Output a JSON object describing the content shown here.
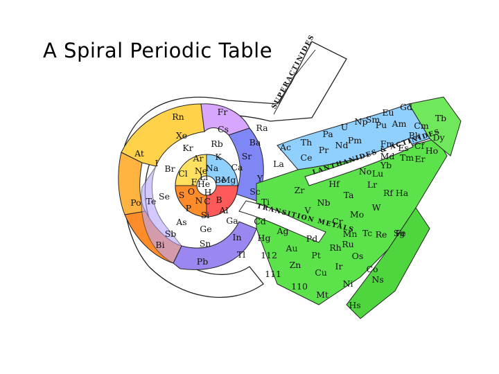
{
  "title": "A Spiral Periodic Table",
  "band_labels": {
    "superactinides": "SUPERACTINIDES",
    "lanthanides": "LANTHANIDES & ACTINIDES",
    "transition": "TRANSITION METALS"
  },
  "palette": {
    "alkali": "#d7a6ff",
    "halogen": "#ffe060",
    "chalcogen": "#ffb340",
    "pnictogen": "#ff8c2a",
    "noble": "#ffd24a",
    "metalloid": "#b9a6ff",
    "poor_metal": "#9c86f0",
    "alkaline_earth": "#7f86f5",
    "transition": "#5ce24a",
    "f_block": "#8fd0ff",
    "outline": "#222222",
    "band": "#ffffff"
  },
  "elements": [
    {
      "sym": "Rn"
    },
    {
      "sym": "Fr"
    },
    {
      "sym": "Xe"
    },
    {
      "sym": "Cs"
    },
    {
      "sym": "Kr"
    },
    {
      "sym": "Rb"
    },
    {
      "sym": "At"
    },
    {
      "sym": "I"
    },
    {
      "sym": "Ar"
    },
    {
      "sym": "K"
    },
    {
      "sym": "Br"
    },
    {
      "sym": "Cl"
    },
    {
      "sym": "Ne"
    },
    {
      "sym": "Na"
    },
    {
      "sym": "F"
    },
    {
      "sym": "Li"
    },
    {
      "sym": "He"
    },
    {
      "sym": "Be"
    },
    {
      "sym": "Mg"
    },
    {
      "sym": "H"
    },
    {
      "sym": "O"
    },
    {
      "sym": "N"
    },
    {
      "sym": "C"
    },
    {
      "sym": "B"
    },
    {
      "sym": "Po"
    },
    {
      "sym": "Te"
    },
    {
      "sym": "Se"
    },
    {
      "sym": "S"
    },
    {
      "sym": "P"
    },
    {
      "sym": "Si"
    },
    {
      "sym": "Al"
    },
    {
      "sym": "As"
    },
    {
      "sym": "Ge"
    },
    {
      "sym": "Ga"
    },
    {
      "sym": "Sb"
    },
    {
      "sym": "Sn"
    },
    {
      "sym": "In"
    },
    {
      "sym": "Bi"
    },
    {
      "sym": "Pb"
    },
    {
      "sym": "Tl"
    },
    {
      "sym": "Ra"
    },
    {
      "sym": "Ba"
    },
    {
      "sym": "Sr"
    },
    {
      "sym": "Ca"
    },
    {
      "sym": "Ac"
    },
    {
      "sym": "La"
    },
    {
      "sym": "Y"
    },
    {
      "sym": "Sc"
    },
    {
      "sym": "Ti"
    },
    {
      "sym": "Zr"
    },
    {
      "sym": "Hf"
    },
    {
      "sym": "Nb"
    },
    {
      "sym": "Ta"
    },
    {
      "sym": "V"
    },
    {
      "sym": "Cr"
    },
    {
      "sym": "Mo"
    },
    {
      "sym": "W"
    },
    {
      "sym": "Mn"
    },
    {
      "sym": "Tc"
    },
    {
      "sym": "Re"
    },
    {
      "sym": "Fe"
    },
    {
      "sym": "Ru"
    },
    {
      "sym": "Os"
    },
    {
      "sym": "Co"
    },
    {
      "sym": "Rh"
    },
    {
      "sym": "Ir"
    },
    {
      "sym": "Ni"
    },
    {
      "sym": "Pd"
    },
    {
      "sym": "Pt"
    },
    {
      "sym": "Cu"
    },
    {
      "sym": "Ag"
    },
    {
      "sym": "Au"
    },
    {
      "sym": "Zn"
    },
    {
      "sym": "Cd"
    },
    {
      "sym": "Hg"
    },
    {
      "sym": "112"
    },
    {
      "sym": "111"
    },
    {
      "sym": "110"
    },
    {
      "sym": "Mt"
    },
    {
      "sym": "Hs"
    },
    {
      "sym": "Ns"
    },
    {
      "sym": "Sg"
    },
    {
      "sym": "Ha"
    },
    {
      "sym": "Rf"
    },
    {
      "sym": "Lr"
    },
    {
      "sym": "Lu"
    },
    {
      "sym": "No"
    },
    {
      "sym": "Yb"
    },
    {
      "sym": "Md"
    },
    {
      "sym": "Tm"
    },
    {
      "sym": "Fm"
    },
    {
      "sym": "Er"
    },
    {
      "sym": "Es"
    },
    {
      "sym": "Ho"
    },
    {
      "sym": "Cf"
    },
    {
      "sym": "Dy"
    },
    {
      "sym": "Bk"
    },
    {
      "sym": "Tb"
    },
    {
      "sym": "Cm"
    },
    {
      "sym": "Gd"
    },
    {
      "sym": "Am"
    },
    {
      "sym": "Eu"
    },
    {
      "sym": "Pu"
    },
    {
      "sym": "Sm"
    },
    {
      "sym": "Np"
    },
    {
      "sym": "Pm"
    },
    {
      "sym": "U"
    },
    {
      "sym": "Nd"
    },
    {
      "sym": "Pa"
    },
    {
      "sym": "Pr"
    },
    {
      "sym": "Th"
    },
    {
      "sym": "Ce"
    }
  ]
}
